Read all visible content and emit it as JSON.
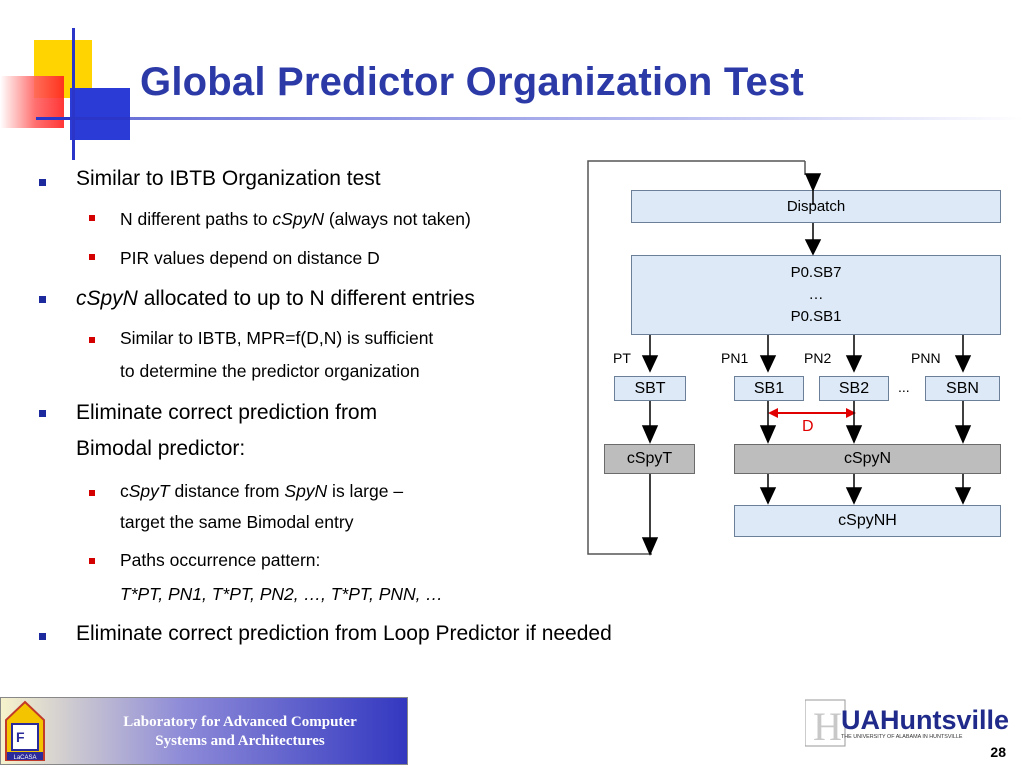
{
  "slide": {
    "title": "Global Predictor Organization Test",
    "page_number": "28"
  },
  "bullets": {
    "b1": "Similar to IBTB Organization test",
    "b1_s1_pre": "N different paths to ",
    "b1_s1_em": "cSpyN",
    "b1_s1_post": " (always not taken)",
    "b1_s2": "PIR values depend on distance D",
    "b2_em": "cSpyN",
    "b2_post": " allocated to up to N different entries",
    "b2_s1_l1": "Similar to IBTB, MPR=f(D,N) is sufficient",
    "b2_s1_l2": "to determine  the predictor organization",
    "b3_l1": "Eliminate correct prediction from",
    "b3_l2": "Bimodal predictor:",
    "b3_s1_c": "c",
    "b3_s1_em1": "SpyT",
    "b3_s1_mid": " distance from ",
    "b3_s1_em2": "SpyN",
    "b3_s1_post": "  is large –",
    "b3_s1_l2": "target the same Bimodal entry",
    "b3_s2_l1": "Paths occurrence pattern:",
    "b3_s2_l2": "T*PT, PN1, T*PT, PN2, …, T*PT, PNN, …",
    "b4": "Eliminate correct prediction from Loop Predictor if needed"
  },
  "diagram": {
    "dispatch": "Dispatch",
    "p0_top": "P0.SB7",
    "p0_dots": "…",
    "p0_bottom": "P0.SB1",
    "pt": "PT",
    "pn1": "PN1",
    "pn2": "PN2",
    "pnn": "PNN",
    "sbt": "SBT",
    "sb1": "SB1",
    "sb2": "SB2",
    "sb_dots": "...",
    "sbn": "SBN",
    "d": "D",
    "cspyt": "cSpyT",
    "cspyn": "cSpyN",
    "cspynh": "cSpyNH"
  },
  "footer": {
    "lab_line1": "Laboratory for Advanced Computer",
    "lab_line2": "Systems and Architectures",
    "lacasa_logo": "LaCASA",
    "uah_logo": "UAHuntsville",
    "uah_tagline": "THE UNIVERSITY OF ALABAMA IN HUNTSVILLE"
  },
  "colors": {
    "title": "#2c3aa8",
    "bullet_l1": "#1c2a9e",
    "bullet_l2": "#d40000",
    "box_fill": "#dde9f6",
    "gray_fill": "#bdbdbd",
    "d_arrow": "#e00000"
  }
}
